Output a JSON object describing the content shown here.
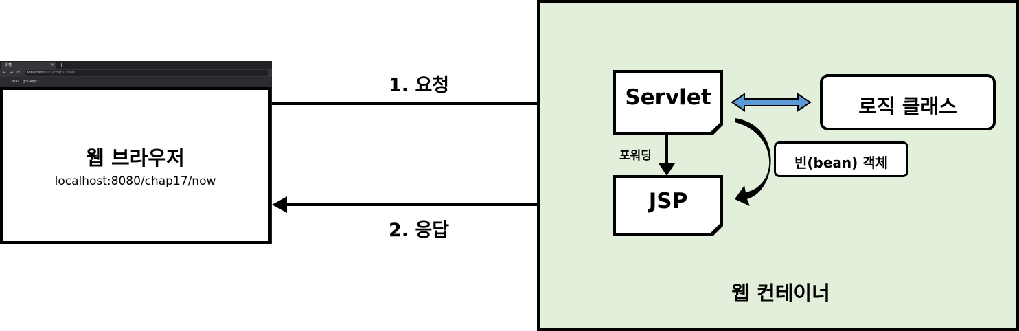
{
  "browser": {
    "tab_label": "새 탭",
    "tab_close": "×",
    "new_tab": "+",
    "url_host": "localhost",
    "url_path": ":8080/chap17/now",
    "bookmarks": "Mail · gcs-app-r...",
    "title": "웹 브라우저",
    "url": "localhost:8080/chap17/now"
  },
  "request_label": "1. 요청",
  "response_label": "2. 응답",
  "web_container": {
    "label": "웹 컨테이너",
    "servlet": "Servlet",
    "jsp": "JSP",
    "forwarding": "포워딩",
    "logic_class": "로직 클래스",
    "bean_object": "빈(bean) 객체"
  },
  "colors": {
    "container_fill": "#e2efda",
    "double_arrow": "#5b9bd5"
  }
}
